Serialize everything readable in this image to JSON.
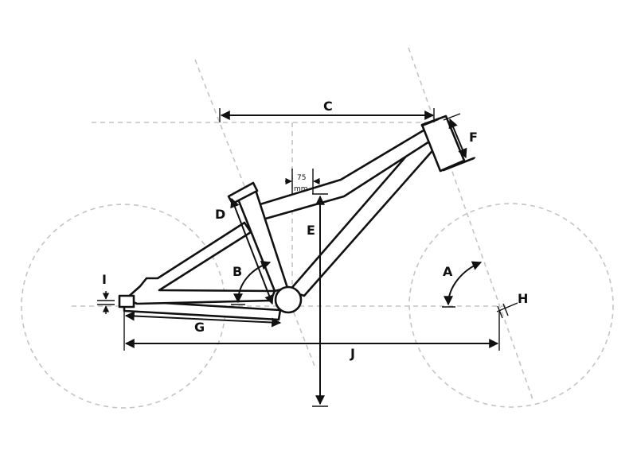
{
  "labels": {
    "a": "A",
    "b": "B",
    "c": "C",
    "d": "D",
    "e": "E",
    "f": "F",
    "g": "G",
    "h": "H",
    "i": "I",
    "j": "J"
  },
  "offset_note": {
    "value": "75",
    "unit": "mm"
  }
}
